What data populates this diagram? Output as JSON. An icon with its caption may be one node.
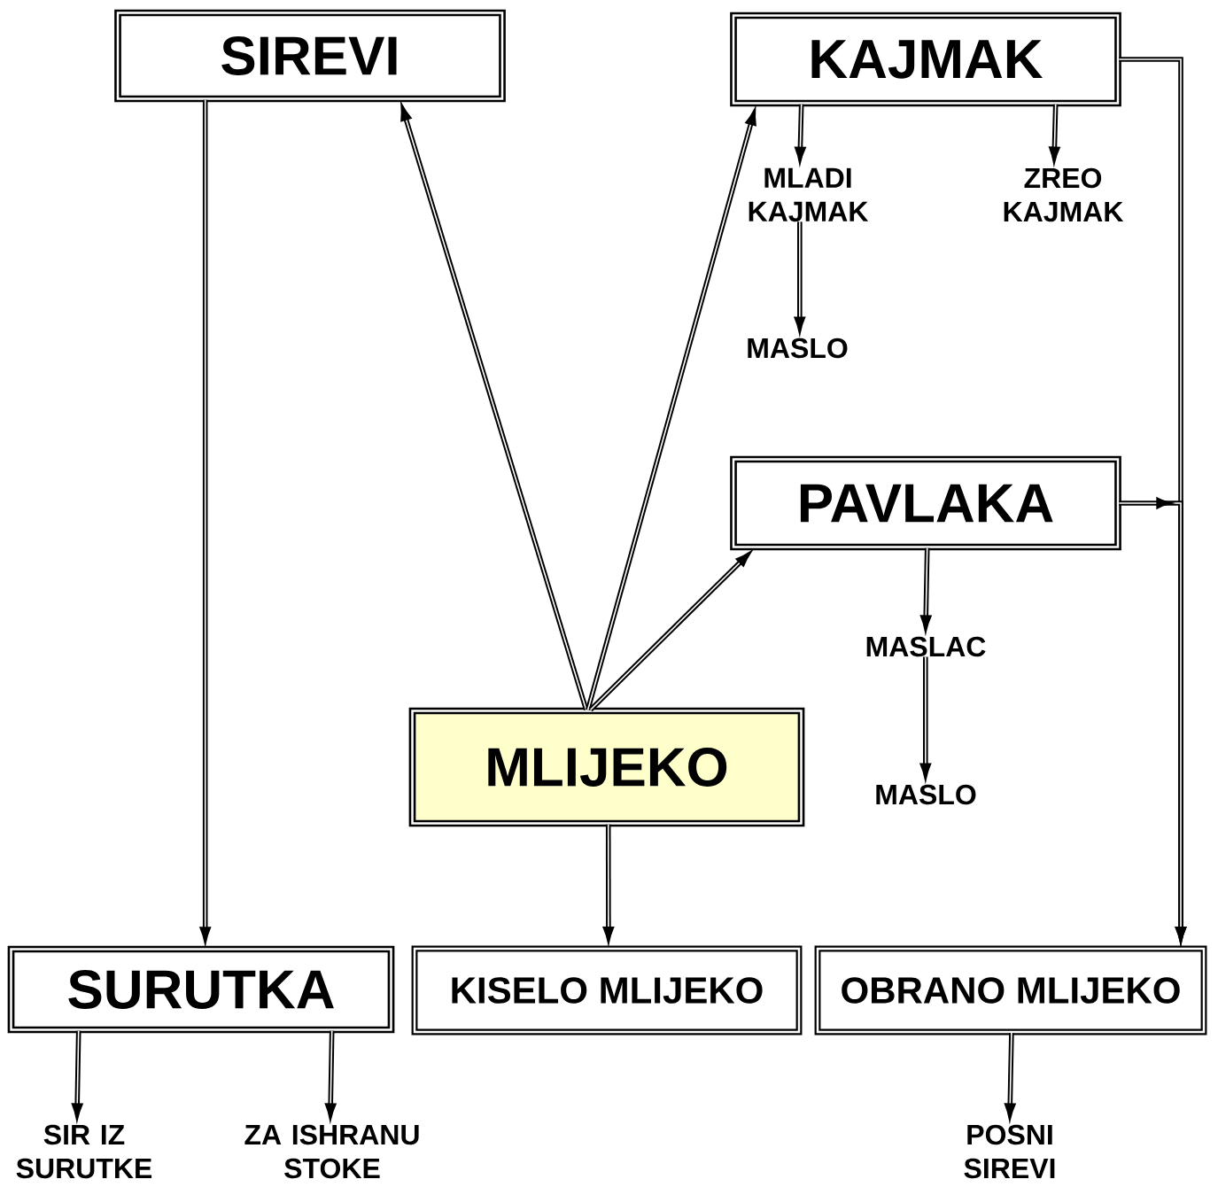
{
  "diagram": {
    "nodes": [
      {
        "text": [
          "SIREVI"
        ]
      },
      {
        "text": [
          "KAJMAK"
        ]
      },
      {
        "text": [
          "MLADI KAJMAK"
        ]
      },
      {
        "text": [
          "ZREO KAJMAK"
        ]
      },
      {
        "text": [
          "MASLO"
        ]
      },
      {
        "text": [
          "PAVLAKA"
        ]
      },
      {
        "text": [
          "MLIJEKO"
        ]
      },
      {
        "text": [
          "MASLAC"
        ]
      },
      {
        "text": [
          "MASLO"
        ]
      },
      {
        "text": [
          "SURUTKA"
        ]
      },
      {
        "text": [
          "KISELO MLIJEKO"
        ]
      },
      {
        "text": [
          "OBRANO MLIJEKO"
        ]
      },
      {
        "text": [
          "SIR IZ SURUTKE"
        ]
      },
      {
        "text": [
          "ZA ISHRANU STOKE"
        ]
      },
      {
        "text": [
          "POSNI SIREVI"
        ]
      }
    ],
    "edges": [
      {
        "from": 6,
        "to": 0,
        "arrow": "to"
      },
      {
        "from": 6,
        "to": 1,
        "arrow": "to"
      },
      {
        "from": 6,
        "to": 5,
        "arrow": "to"
      },
      {
        "from": 6,
        "to": 10,
        "arrow": "to"
      },
      {
        "from": 0,
        "to": 9,
        "arrow": "to"
      },
      {
        "from": 1,
        "to": 2,
        "arrow": "to"
      },
      {
        "from": 1,
        "to": 3,
        "arrow": "to"
      },
      {
        "from": 2,
        "to": 4,
        "arrow": "to"
      },
      {
        "from": 5,
        "to": 7,
        "arrow": "to"
      },
      {
        "from": 7,
        "to": 8,
        "arrow": "to"
      },
      {
        "from": 9,
        "to": 12,
        "arrow": "to"
      },
      {
        "from": 9,
        "to": 13,
        "arrow": "to"
      },
      {
        "from": 11,
        "to": 14,
        "arrow": "to"
      },
      {
        "from": 1,
        "to": 11,
        "arrow": "to"
      },
      {
        "from": 5,
        "to": 11,
        "arrow": "to"
      }
    ]
  }
}
